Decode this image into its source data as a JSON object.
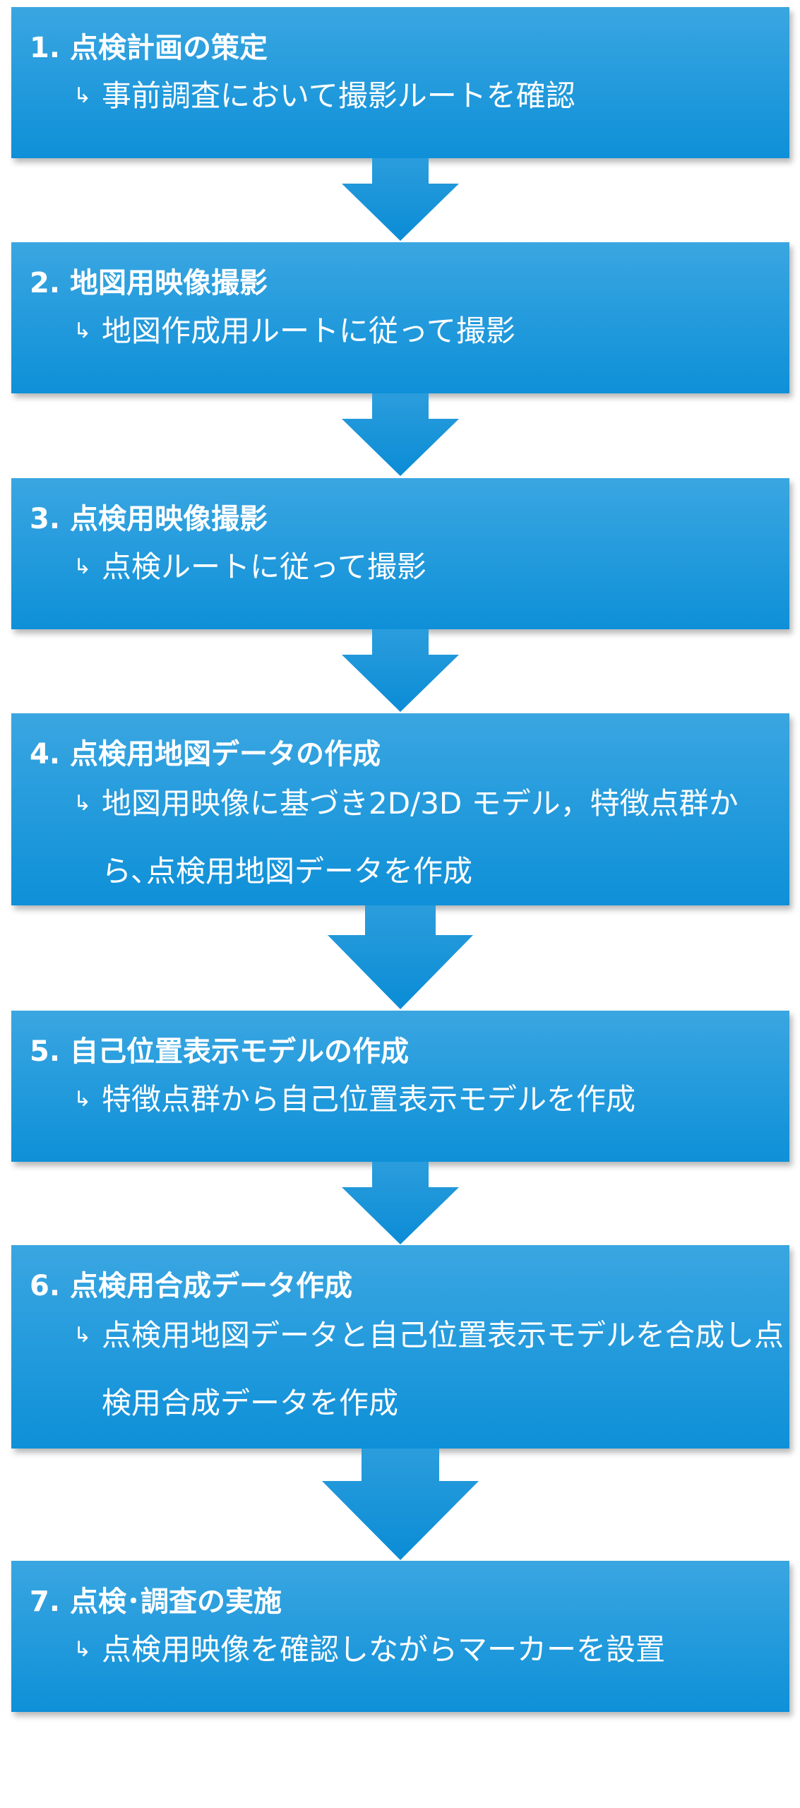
{
  "steps": [
    {
      "title": "1. 点検計画の策定",
      "arrow_glyph": "↳",
      "detail": "事前調査において撮影ルートを確認"
    },
    {
      "title": "2. 地図用映像撮影",
      "arrow_glyph": "↳",
      "detail": "地図作成用ルートに従って撮影"
    },
    {
      "title": "3. 点検用映像撮影",
      "arrow_glyph": "↳",
      "detail": "点検ルートに従って撮影"
    },
    {
      "title": "4. 点検用地図データの作成",
      "arrow_glyph": "↳",
      "detail": "地図用映像に基づき2D/3D モデル，特徴点群から､点検用地図データを作成"
    },
    {
      "title": "5. 自己位置表示モデルの作成",
      "arrow_glyph": "↳",
      "detail": "特徴点群から自己位置表示モデルを作成"
    },
    {
      "title": "6. 点検用合成データ作成",
      "arrow_glyph": "↳",
      "detail": "点検用地図データと自己位置表示モデルを合成し点検用合成データを作成"
    },
    {
      "title": "7. 点検･調査の実施",
      "arrow_glyph": "↳",
      "detail": "点検用映像を確認しながらマーカーを設置"
    }
  ],
  "colors": {
    "box_top": "#3aa6e1",
    "box_bottom": "#0e90d8",
    "arrow_top": "#2b9ddc",
    "arrow_bottom": "#0a8cd6",
    "text": "#ffffff"
  }
}
